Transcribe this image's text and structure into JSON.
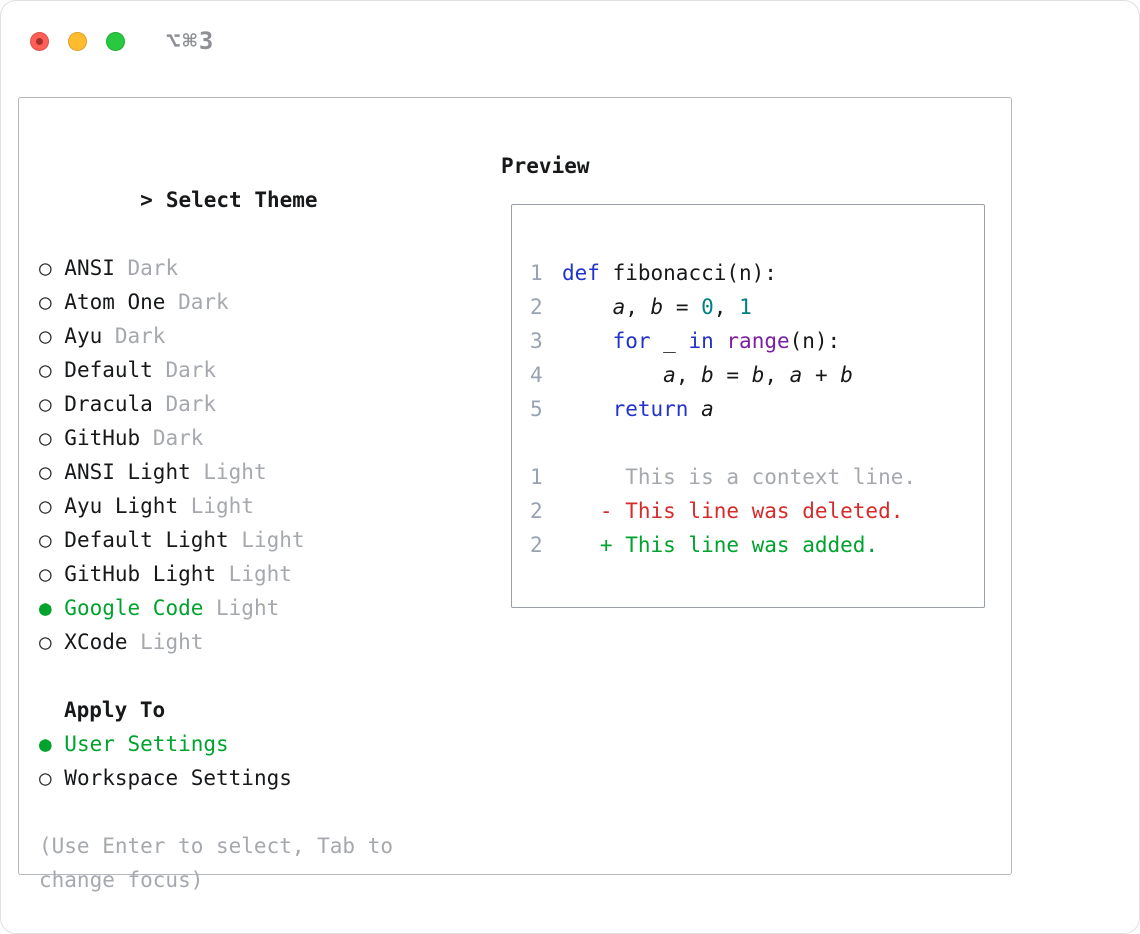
{
  "window": {
    "title": "⌥⌘3"
  },
  "icons": {
    "prompt": ">",
    "radio_on": "●",
    "radio_off": "○"
  },
  "theme_selector": {
    "heading": "Select Theme",
    "themes": [
      {
        "name": "ANSI",
        "variant": "Dark",
        "selected": false
      },
      {
        "name": "Atom One",
        "variant": "Dark",
        "selected": false
      },
      {
        "name": "Ayu",
        "variant": "Dark",
        "selected": false
      },
      {
        "name": "Default",
        "variant": "Dark",
        "selected": false
      },
      {
        "name": "Dracula",
        "variant": "Dark",
        "selected": false
      },
      {
        "name": "GitHub",
        "variant": "Dark",
        "selected": false
      },
      {
        "name": "ANSI Light",
        "variant": "Light",
        "selected": false
      },
      {
        "name": "Ayu Light",
        "variant": "Light",
        "selected": false
      },
      {
        "name": "Default Light",
        "variant": "Light",
        "selected": false
      },
      {
        "name": "GitHub Light",
        "variant": "Light",
        "selected": false
      },
      {
        "name": "Google Code",
        "variant": "Light",
        "selected": true
      },
      {
        "name": "XCode",
        "variant": "Light",
        "selected": false
      }
    ],
    "apply_to": {
      "heading": "Apply To",
      "options": [
        {
          "label": "User Settings",
          "selected": true
        },
        {
          "label": "Workspace Settings",
          "selected": false
        }
      ]
    },
    "hint": "(Use Enter to select, Tab to change focus)"
  },
  "preview": {
    "heading": "Preview",
    "code_lines": [
      {
        "num": "1",
        "tokens": [
          {
            "c": "kw",
            "t": "def"
          },
          {
            "c": "pln",
            "t": " fibonacci(n):"
          }
        ]
      },
      {
        "num": "2",
        "tokens": [
          {
            "c": "pln",
            "t": "    "
          },
          {
            "c": "var",
            "t": "a"
          },
          {
            "c": "pln",
            "t": ", "
          },
          {
            "c": "var",
            "t": "b"
          },
          {
            "c": "pln",
            "t": " = "
          },
          {
            "c": "lit",
            "t": "0"
          },
          {
            "c": "pln",
            "t": ", "
          },
          {
            "c": "lit",
            "t": "1"
          }
        ]
      },
      {
        "num": "3",
        "tokens": [
          {
            "c": "pln",
            "t": "    "
          },
          {
            "c": "kw",
            "t": "for"
          },
          {
            "c": "pln",
            "t": " _ "
          },
          {
            "c": "kw",
            "t": "in"
          },
          {
            "c": "pln",
            "t": " "
          },
          {
            "c": "typ",
            "t": "range"
          },
          {
            "c": "pln",
            "t": "(n):"
          }
        ]
      },
      {
        "num": "4",
        "tokens": [
          {
            "c": "pln",
            "t": "        "
          },
          {
            "c": "var",
            "t": "a"
          },
          {
            "c": "pln",
            "t": ", "
          },
          {
            "c": "var",
            "t": "b"
          },
          {
            "c": "pln",
            "t": " = "
          },
          {
            "c": "var",
            "t": "b"
          },
          {
            "c": "pln",
            "t": ", "
          },
          {
            "c": "var",
            "t": "a"
          },
          {
            "c": "pln",
            "t": " + "
          },
          {
            "c": "var",
            "t": "b"
          }
        ]
      },
      {
        "num": "5",
        "tokens": [
          {
            "c": "pln",
            "t": "    "
          },
          {
            "c": "kw",
            "t": "return"
          },
          {
            "c": "pln",
            "t": " "
          },
          {
            "c": "var",
            "t": "a"
          }
        ]
      }
    ],
    "diff_lines": [
      {
        "num": "1",
        "kind": "context",
        "text": "     This is a context line."
      },
      {
        "num": "2",
        "kind": "deleted",
        "text": "   - This line was deleted."
      },
      {
        "num": "2",
        "kind": "added",
        "text": "   + This line was added."
      }
    ]
  },
  "colors": {
    "accent_green": "#00a32e",
    "deleted_red": "#d62b2b",
    "keyword_blue": "#2233cc",
    "type_purple": "#7b1fa2",
    "literal_teal": "#008080",
    "line_number": "#98a2b3",
    "muted_gray": "#a5a8ad",
    "text_black": "#17181a",
    "panel_border": "#b4b7bd",
    "preview_border": "#9aa0a6",
    "traffic_red": "#ff5f57",
    "traffic_yellow": "#febc2e",
    "traffic_green": "#28c840",
    "title_gray": "#8e9095"
  }
}
